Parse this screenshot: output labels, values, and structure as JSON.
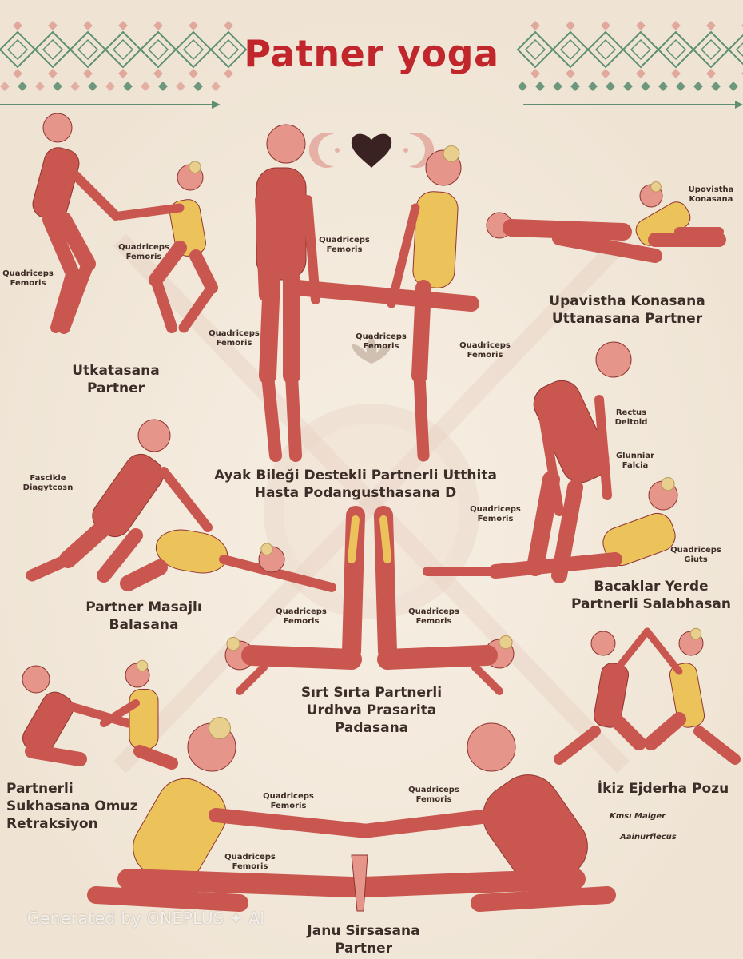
{
  "title": "Patner yoga",
  "colors": {
    "background": "#f3ebdf",
    "title_red": "#c0262b",
    "muscle_red": "#c9564f",
    "muscle_light": "#e5958a",
    "highlight_yellow": "#ecc35a",
    "pattern_green": "#5f8f73",
    "pattern_pink": "#e0a99c",
    "heart": "#3a2222"
  },
  "icons": [
    "heart-icon",
    "crescent-moon-icon",
    "lotus-icon",
    "arrow-icon"
  ],
  "poses": [
    {
      "lines": [
        "Utkatasana",
        "Partner"
      ]
    },
    {
      "lines": [
        "Ayak Bileği Destekli Partnerli Utthita",
        "Hasta Podangusthasana D"
      ]
    },
    {
      "lines": [
        "Upavistha Konasana",
        "Uttanasana Partner"
      ]
    },
    {
      "lines": [
        "Partner Masajlı",
        "Balasana"
      ]
    },
    {
      "lines": [
        "Bacaklar Yerde",
        "Partnerli Salabhasan"
      ]
    },
    {
      "lines": [
        "Sırt Sırta Partnerli",
        "Urdhva Prasarita",
        "Padasana"
      ]
    },
    {
      "lines": [
        "Partnerli",
        "Sukhasana Omuz",
        "Retraksiyon"
      ]
    },
    {
      "lines": [
        "İkiz Ejderha Pozu"
      ]
    },
    {
      "lines": [
        "Janu Sirsasana",
        "Partner"
      ]
    }
  ],
  "muscles": [
    {
      "lines": [
        "Quadriceps",
        "Femoris"
      ]
    },
    {
      "lines": [
        "Quadriceps",
        "Femoris"
      ]
    },
    {
      "lines": [
        "Quadriceps",
        "Femoris"
      ]
    },
    {
      "lines": [
        "Quadriceps",
        "Femoris"
      ]
    },
    {
      "lines": [
        "Quadriceps",
        "Femoris"
      ]
    },
    {
      "lines": [
        "Quadriceps",
        "Femoris"
      ]
    },
    {
      "lines": [
        "Upovistha",
        "Konasana"
      ]
    },
    {
      "lines": [
        "Fascikle",
        "Diagytcoзn"
      ]
    },
    {
      "lines": [
        "Rectus",
        "Deltold"
      ]
    },
    {
      "lines": [
        "Glunniar",
        "Falcia"
      ]
    },
    {
      "lines": [
        "Quadriceps",
        "Femoris"
      ]
    },
    {
      "lines": [
        "Quadriceps",
        "Giuts"
      ]
    },
    {
      "lines": [
        "Quadriceps",
        "Femoris"
      ]
    },
    {
      "lines": [
        "Quadriceps",
        "Femoris"
      ]
    },
    {
      "lines": [
        "Quadriceps",
        "Femoris"
      ]
    },
    {
      "lines": [
        "Quadriceps",
        "Femoris"
      ]
    },
    {
      "lines": [
        "Quadriceps",
        "Femoris"
      ]
    },
    {
      "lines": [
        "Kmsı Maiger"
      ]
    },
    {
      "lines": [
        "Aainurflecus"
      ]
    }
  ],
  "watermark": "Generated by ONEPLUS ✦ AI"
}
